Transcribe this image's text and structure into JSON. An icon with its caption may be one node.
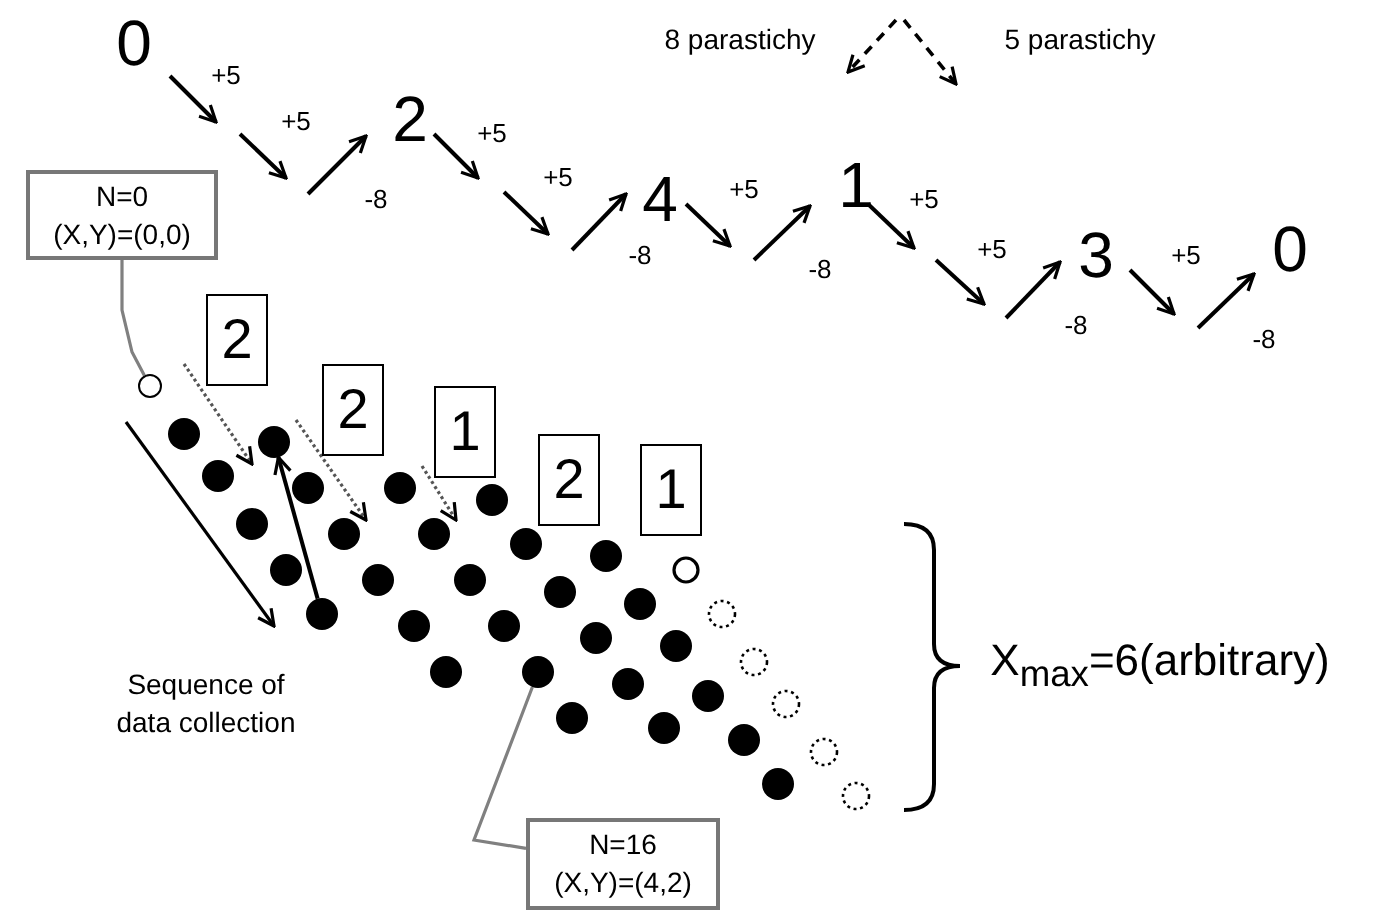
{
  "diagram": {
    "nodes": [
      {
        "text": [
          "N=0 (X,Y)=(0,0)"
        ]
      },
      {
        "text": [],
        "shape": "circle"
      },
      {
        "text": [
          "N=16 (X,Y)=(4,2)"
        ]
      },
      {
        "text": [],
        "shape": "circle"
      },
      {
        "text": [],
        "shape": "circle"
      },
      {
        "text": [],
        "shape": "circle"
      },
      {
        "text": [
          "2"
        ]
      },
      {
        "text": [
          "2"
        ]
      },
      {
        "text": [
          "1"
        ]
      },
      {
        "text": [
          "2"
        ]
      },
      {
        "text": [
          "1"
        ]
      }
    ],
    "edges": [
      {
        "from": 0,
        "to": 1,
        "arrow": "none"
      },
      {
        "from": 2,
        "to": 3,
        "arrow": "none"
      },
      {
        "from": 4,
        "to": 5,
        "arrow": "to",
        "color": "#000000"
      }
    ],
    "labels": [
      "8 parastichy",
      "5 parastichy",
      "0",
      "+5",
      "+5",
      "2",
      "-8",
      "+5",
      "+5",
      "4",
      "-8",
      "+5",
      "1",
      "-8",
      "+5",
      "+5",
      "3",
      "-8",
      "+5",
      "0",
      "-8",
      "Sequence of data collection",
      "X$_{max}$=6(arbitrary)"
    ]
  }
}
